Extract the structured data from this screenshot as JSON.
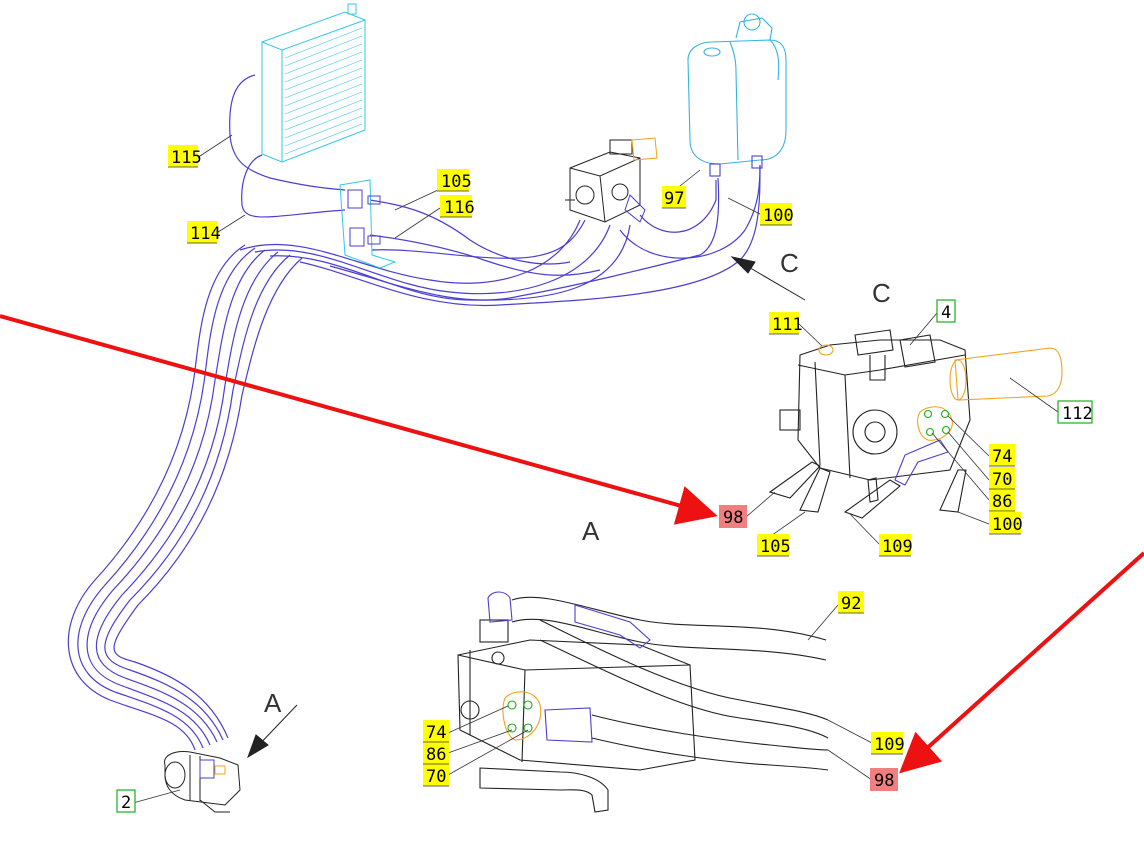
{
  "colors": {
    "hose": "#4b3fd0",
    "part_outline": "#222222",
    "cooler": "#33c8e6",
    "tank": "#33b4e6",
    "filter": "#f3a21b",
    "yellow_label": "#ffff00",
    "green_border": "#18b018",
    "red_label": "#f08080",
    "arrow": "#ee1111",
    "leader": "#333333"
  },
  "view_letters": {
    "c_arrow": "C",
    "c_detail": "C",
    "a_arrow": "A",
    "a_detail": "A"
  },
  "callouts": {
    "c115": "115",
    "c114": "114",
    "c105_top": "105",
    "c116": "116",
    "c97": "97",
    "c100_top": "100",
    "c111": "111",
    "c4": "4",
    "c112": "112",
    "c74_c": "74",
    "c70_c": "70",
    "c86_c": "86",
    "c100_c": "100",
    "c98_c": "98",
    "c105_c": "105",
    "c109_c": "109",
    "c92": "92",
    "c74_a": "74",
    "c86_a": "86",
    "c70_a": "70",
    "c109_a": "109",
    "c98_a": "98",
    "c2": "2"
  },
  "icons": {
    "pointer_arrows": "red-pointer-arrow-icon",
    "view_arrows": "view-direction-arrow-icon"
  }
}
